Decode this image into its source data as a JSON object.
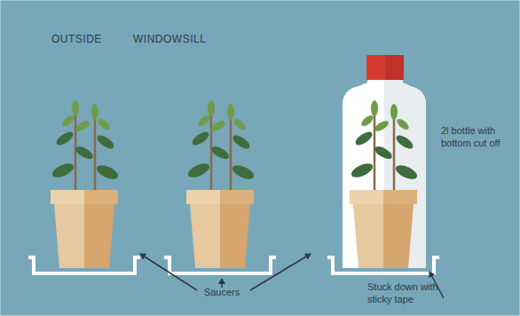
{
  "diagram": {
    "labels": [
      "OUTSIDE",
      "WINDOWSILL",
      "2l bottle with bottom cut off",
      "Saucers",
      "Stuck down with sticky tape"
    ]
  }
}
